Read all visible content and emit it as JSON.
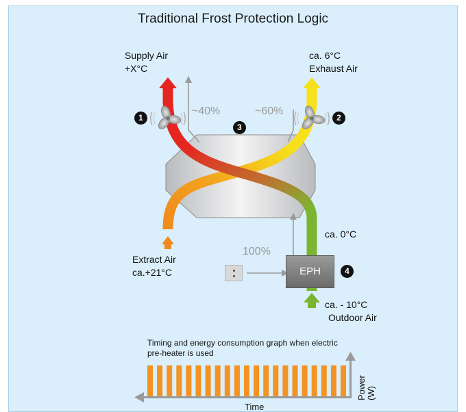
{
  "title": "Traditional Frost Protection Logic",
  "labels": {
    "supply_air_1": "Supply Air",
    "supply_air_2": "+X°C",
    "exhaust_temp": "ca. 6°C",
    "exhaust_air": "Exhaust Air",
    "pct_supply": "~40%",
    "pct_exhaust": "~60%",
    "outdoor_temp_1": "ca. 0°C",
    "extract_air_1": "Extract Air",
    "extract_air_2": "ca.+21°C",
    "power_pct": "100%",
    "eph": "EPH",
    "outdoor_temp_2": "ca. - 10°C",
    "outdoor_air": "Outdoor Air"
  },
  "markers": [
    "1",
    "2",
    "3",
    "4"
  ],
  "graph": {
    "caption": "Timing and energy consumption graph when electric pre-heater is used",
    "y_label": "Power (W)",
    "x_label": "Time",
    "pulse_count": 21
  },
  "colors": {
    "panel": "#daeefb",
    "supply_red": "#e52620",
    "extract_orange": "#f08a1e",
    "exhaust_yellow": "#f7e11c",
    "outdoor_green": "#7ab532",
    "pulse_orange": "#f39323"
  },
  "icons": [
    "fan-icon",
    "fan-icon",
    "socket-icon"
  ]
}
